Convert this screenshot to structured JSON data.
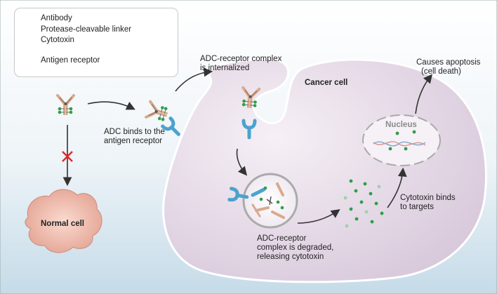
{
  "legend": {
    "antibody": "Antibody",
    "linker": "Protease-cleavable linker",
    "cytotoxin": "Cytotoxin",
    "antigen_receptor": "Antigen receptor"
  },
  "labels": {
    "adc_binds": [
      "ADC binds to the",
      "antigen receptor"
    ],
    "internalized": [
      "ADC-receptor complex",
      "is internalized"
    ],
    "cancer_cell": "Cancer cell",
    "apoptosis": [
      "Causes apoptosis",
      "(cell death)"
    ],
    "nucleus": "Nucleus",
    "cytotoxin_binds": [
      "Cytotoxin binds",
      "to targets"
    ],
    "degraded": [
      "ADC-receptor",
      "complex is degraded,",
      "releasing cytotoxin"
    ],
    "normal_cell": "Normal cell"
  },
  "colors": {
    "antibody": "#d9a98c",
    "linker": "#6f6f6f",
    "cytotoxin": "#2e9e48",
    "receptor": "#4aa3cf",
    "cancer_cell": "#e2d7e3",
    "normal_cell": "#f0c0b0",
    "blocked": "#e02a2a"
  }
}
